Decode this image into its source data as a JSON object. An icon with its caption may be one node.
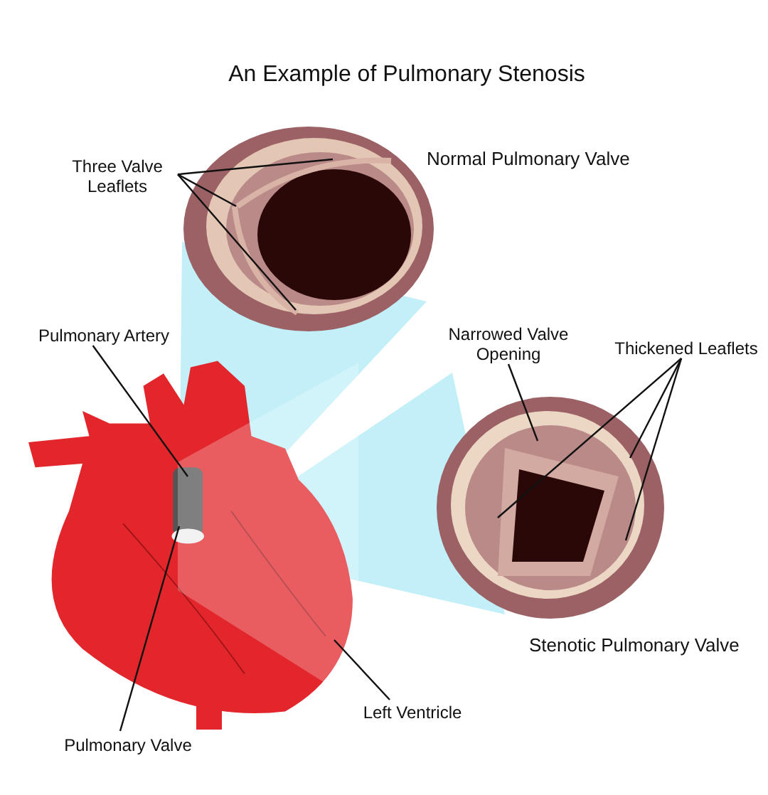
{
  "diagram": {
    "title": "An Example of Pulmonary Stenosis",
    "nodes": [
      {
        "text": [
          "Three Valve Leaflets"
        ]
      },
      {
        "text": [],
        "shape": "picture",
        "beside": [
          "Normal Pulmonary Valve"
        ]
      },
      {
        "text": [
          "Pulmonary Artery"
        ]
      },
      {
        "text": [],
        "shape": "picture"
      },
      {
        "text": [
          "Narrowed Valve Opening"
        ]
      },
      {
        "text": [
          "Thickened Leaflets"
        ]
      },
      {
        "text": [],
        "shape": "picture",
        "beside": [
          "Stenotic Pulmonary Valve"
        ]
      },
      {
        "text": [
          "Pulmonary Valve"
        ]
      },
      {
        "text": [
          "Left Ventricle"
        ]
      }
    ],
    "edges": [
      {
        "from": 0,
        "to": 1,
        "arrow": "none"
      },
      {
        "from": 0,
        "to": 1,
        "arrow": "none"
      },
      {
        "from": 0,
        "to": 1,
        "arrow": "none"
      },
      {
        "from": 2,
        "to": 3,
        "arrow": "none"
      },
      {
        "from": 4,
        "to": 6,
        "arrow": "none"
      },
      {
        "from": 5,
        "to": 6,
        "arrow": "none"
      },
      {
        "from": 5,
        "to": 6,
        "arrow": "none"
      },
      {
        "from": 5,
        "to": 6,
        "arrow": "none"
      },
      {
        "from": 7,
        "to": 3,
        "arrow": "none"
      },
      {
        "from": 8,
        "to": 3,
        "arrow": "none"
      }
    ]
  }
}
